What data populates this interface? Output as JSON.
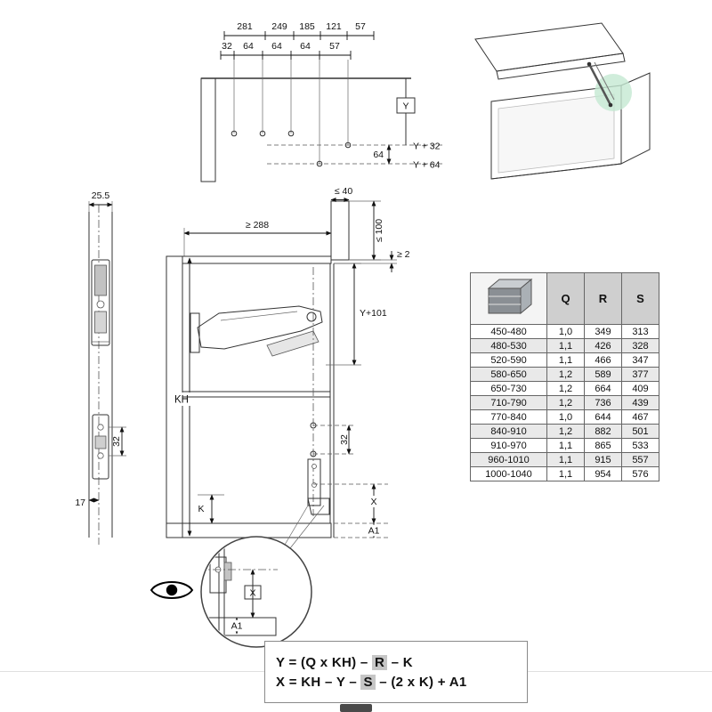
{
  "colors": {
    "highlight_green": "#c4e9d2",
    "formula_highlight": "#c6c6c6",
    "table_header_bg": "#cfcfcf"
  },
  "top_plan": {
    "dims_row1": [
      "281",
      "249",
      "185",
      "121",
      "57"
    ],
    "dims_row2": [
      "32",
      "64",
      "64",
      "64",
      "57"
    ],
    "y_box": "Y",
    "y_plus_32": "Y + 32",
    "y_plus_64": "Y + 64",
    "dim_64": "64"
  },
  "side_view": {
    "dim_top": "25.5",
    "dim_mid": "32",
    "dim_bottom": "17"
  },
  "section_view": {
    "dim_le_40": "≤ 40",
    "dim_le_100": "≤ 100",
    "dim_ge_288": "≥ 288",
    "dim_ge_2": "≥ 2",
    "dim_y_101": "Y+101",
    "dim_kh": "KH",
    "dim_k": "K",
    "dim_32": "32",
    "dim_x": "X",
    "dim_a1": "A1"
  },
  "detail_view": {
    "dim_x": "X",
    "dim_a1": "A1"
  },
  "table": {
    "headers": [
      "Q",
      "R",
      "S"
    ],
    "rows": [
      [
        "450-480",
        "1,0",
        "349",
        "313"
      ],
      [
        "480-530",
        "1,1",
        "426",
        "328"
      ],
      [
        "520-590",
        "1,1",
        "466",
        "347"
      ],
      [
        "580-650",
        "1,2",
        "589",
        "377"
      ],
      [
        "650-730",
        "1,2",
        "664",
        "409"
      ],
      [
        "710-790",
        "1,2",
        "736",
        "439"
      ],
      [
        "770-840",
        "1,0",
        "644",
        "467"
      ],
      [
        "840-910",
        "1,2",
        "882",
        "501"
      ],
      [
        "910-970",
        "1,1",
        "865",
        "533"
      ],
      [
        "960-1010",
        "1,1",
        "915",
        "557"
      ],
      [
        "1000-1040",
        "1,1",
        "954",
        "576"
      ]
    ]
  },
  "formulas": {
    "f1_pre": "Y = (Q x KH) – ",
    "f1_hl": "R",
    "f1_post": " – K",
    "f2_pre": "X = KH – Y – ",
    "f2_hl": "S",
    "f2_post": " – (2 x K) + A1"
  }
}
